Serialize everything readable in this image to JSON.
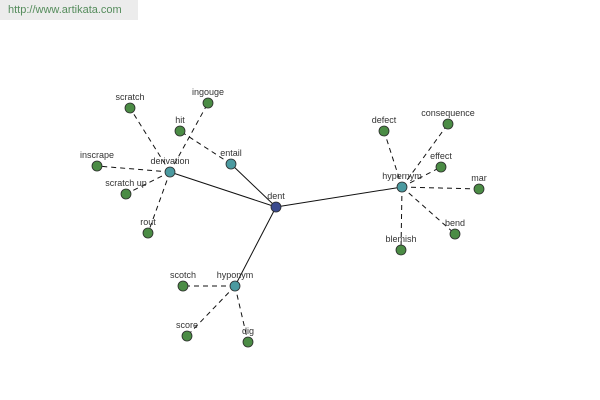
{
  "site": {
    "url_text": "http://www.artikata.com"
  },
  "graph": {
    "center": {
      "label": "dent"
    },
    "relations": [
      {
        "label": "derivation",
        "words": [
          "scratch",
          "ingouge",
          "inscrape",
          "scratch up",
          "rout"
        ]
      },
      {
        "label": "entail",
        "words": [
          "hit"
        ]
      },
      {
        "label": "hypernym",
        "words": [
          "defect",
          "consequence",
          "effect",
          "mar",
          "bend",
          "blemish"
        ]
      },
      {
        "label": "hyponym",
        "words": [
          "scotch",
          "score",
          "dig"
        ]
      }
    ]
  },
  "colors": {
    "center_node": "#3a4a8e",
    "relation_node": "#4b9aa0",
    "word_node": "#4b8c45",
    "url_text": "#558c5c",
    "edge": "#111111"
  }
}
